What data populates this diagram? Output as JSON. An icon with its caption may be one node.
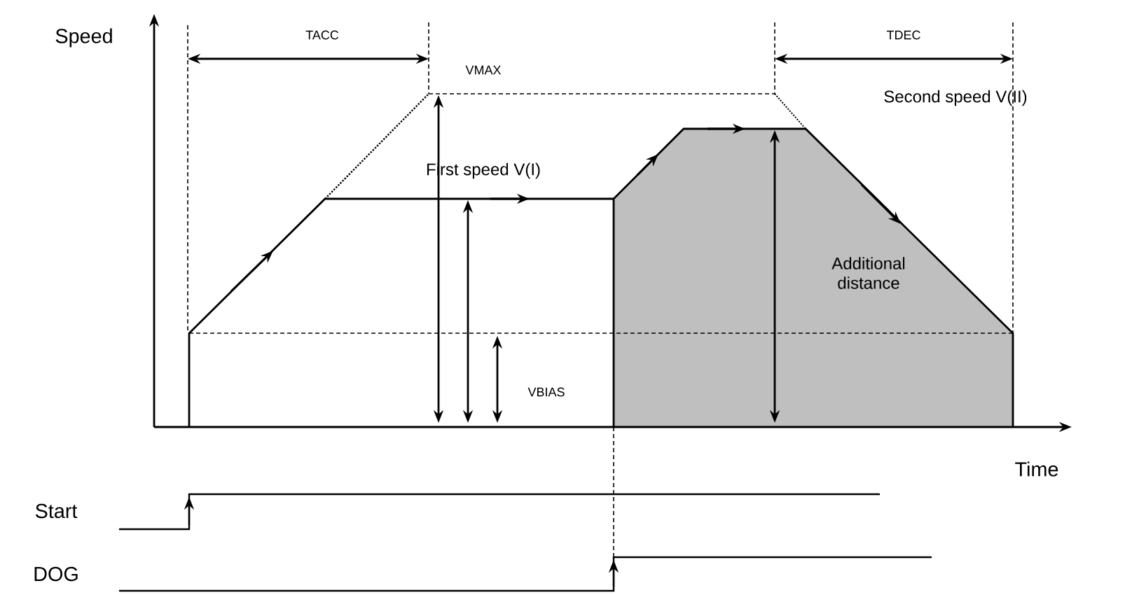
{
  "diagram": {
    "labels": [
      "Speed",
      "TACC",
      "VMAX",
      "TDEC",
      "Second speed V(II)",
      "First speed V(I)",
      "Additional distance",
      "VBIAS",
      "Time",
      "Start",
      "DOG"
    ]
  }
}
